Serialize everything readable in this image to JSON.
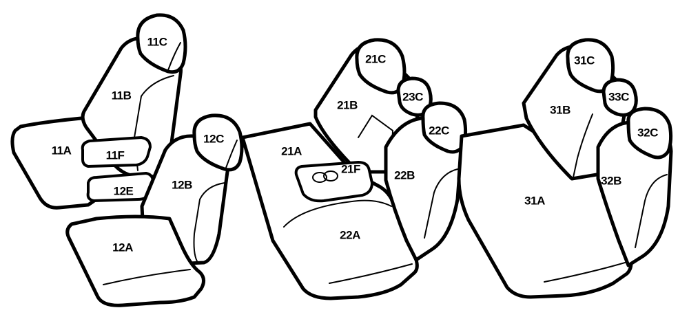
{
  "labels": {
    "s11A": "11A",
    "s11B": "11B",
    "s11C": "11C",
    "s11E": "12E",
    "s11F": "11F",
    "s12A": "12A",
    "s12B": "12B",
    "s12C": "12C",
    "s21A": "21A",
    "s21B": "21B",
    "s21C": "21C",
    "s21F": "21F",
    "s22A": "22A",
    "s22B": "22B",
    "s22C": "22C",
    "s23C": "23C",
    "s31A": "31A",
    "s31B": "31B",
    "s31C": "31C",
    "s32B": "32B",
    "s32C": "32C",
    "s33C": "33C"
  },
  "colors": {
    "line": "#000000",
    "fill": "#ffffff"
  }
}
